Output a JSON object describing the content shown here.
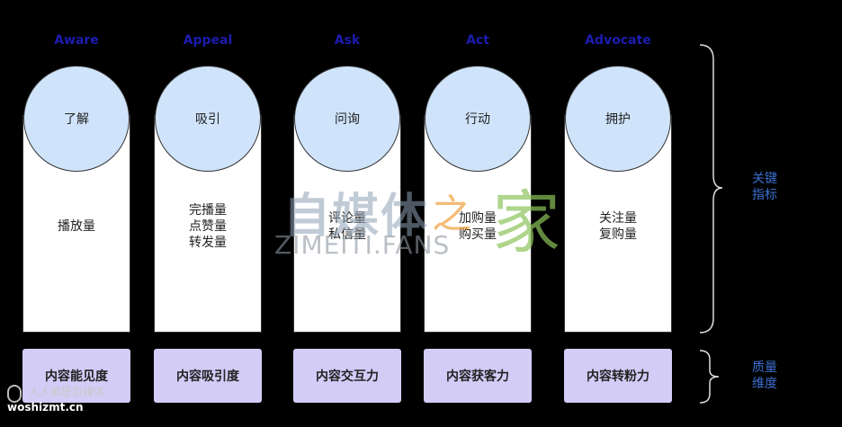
{
  "stages": [
    {
      "title": "Aware",
      "action": "了解",
      "metrics": [
        "播放量"
      ],
      "quality": "内容能见度"
    },
    {
      "title": "Appeal",
      "action": "吸引",
      "metrics": [
        "完播量",
        "点赞量",
        "转发量"
      ],
      "quality": "内容吸引度"
    },
    {
      "title": "Ask",
      "action": "问询",
      "metrics": [
        "评论量",
        "私信量"
      ],
      "quality": "内容交互力"
    },
    {
      "title": "Act",
      "action": "行动",
      "metrics": [
        "加购量",
        "购买量"
      ],
      "quality": "内容获客力"
    },
    {
      "title": "Advocate",
      "action": "拥护",
      "metrics": [
        "关注量",
        "复购量"
      ],
      "quality": "内容转粉力"
    }
  ],
  "side_labels": {
    "key_metrics": [
      "关键",
      "指标"
    ],
    "quality_dimension": [
      "质量",
      "维度"
    ]
  },
  "watermark": {
    "cn": "自媒体",
    "zhi": "之",
    "jia": "家",
    "en": "ZIMEITI.FANS"
  },
  "corner_mark": {
    "name": "人人都是自媒体",
    "url": "woshizmt.cn"
  },
  "colors": {
    "stage_title": "#1c1cb0",
    "circle_fill": "#cfe4fb",
    "quality_fill": "#d2ccf7",
    "side_label": "#3b6fd1"
  }
}
